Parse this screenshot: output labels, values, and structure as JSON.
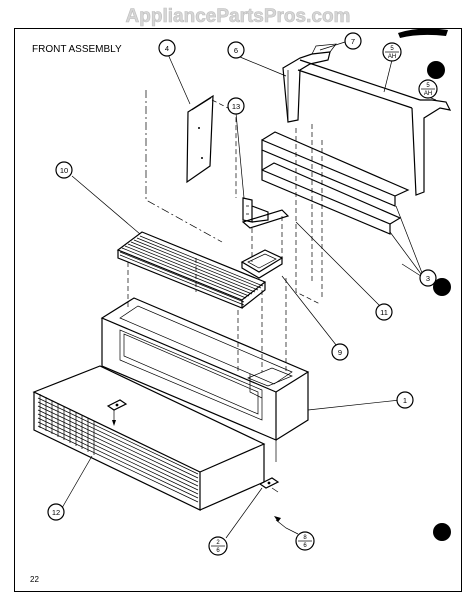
{
  "watermark": "AppliancePartsPros.com",
  "diagram_title": "FRONT ASSEMBLY",
  "page_number": "22",
  "callouts": {
    "c1": "1",
    "c3": "3",
    "c4": "4",
    "c6": "6",
    "c7": "7",
    "c9": "9",
    "c10": "10",
    "c11": "11",
    "c12": "12",
    "c13": "13"
  },
  "fraction_callouts": {
    "f_top": {
      "top": "5",
      "bottom": "AH"
    },
    "f_right": {
      "top": "5",
      "bottom": "AH"
    },
    "f_bl": {
      "top": "2",
      "bottom": "6"
    },
    "f_br": {
      "top": "8",
      "bottom": "6"
    }
  }
}
